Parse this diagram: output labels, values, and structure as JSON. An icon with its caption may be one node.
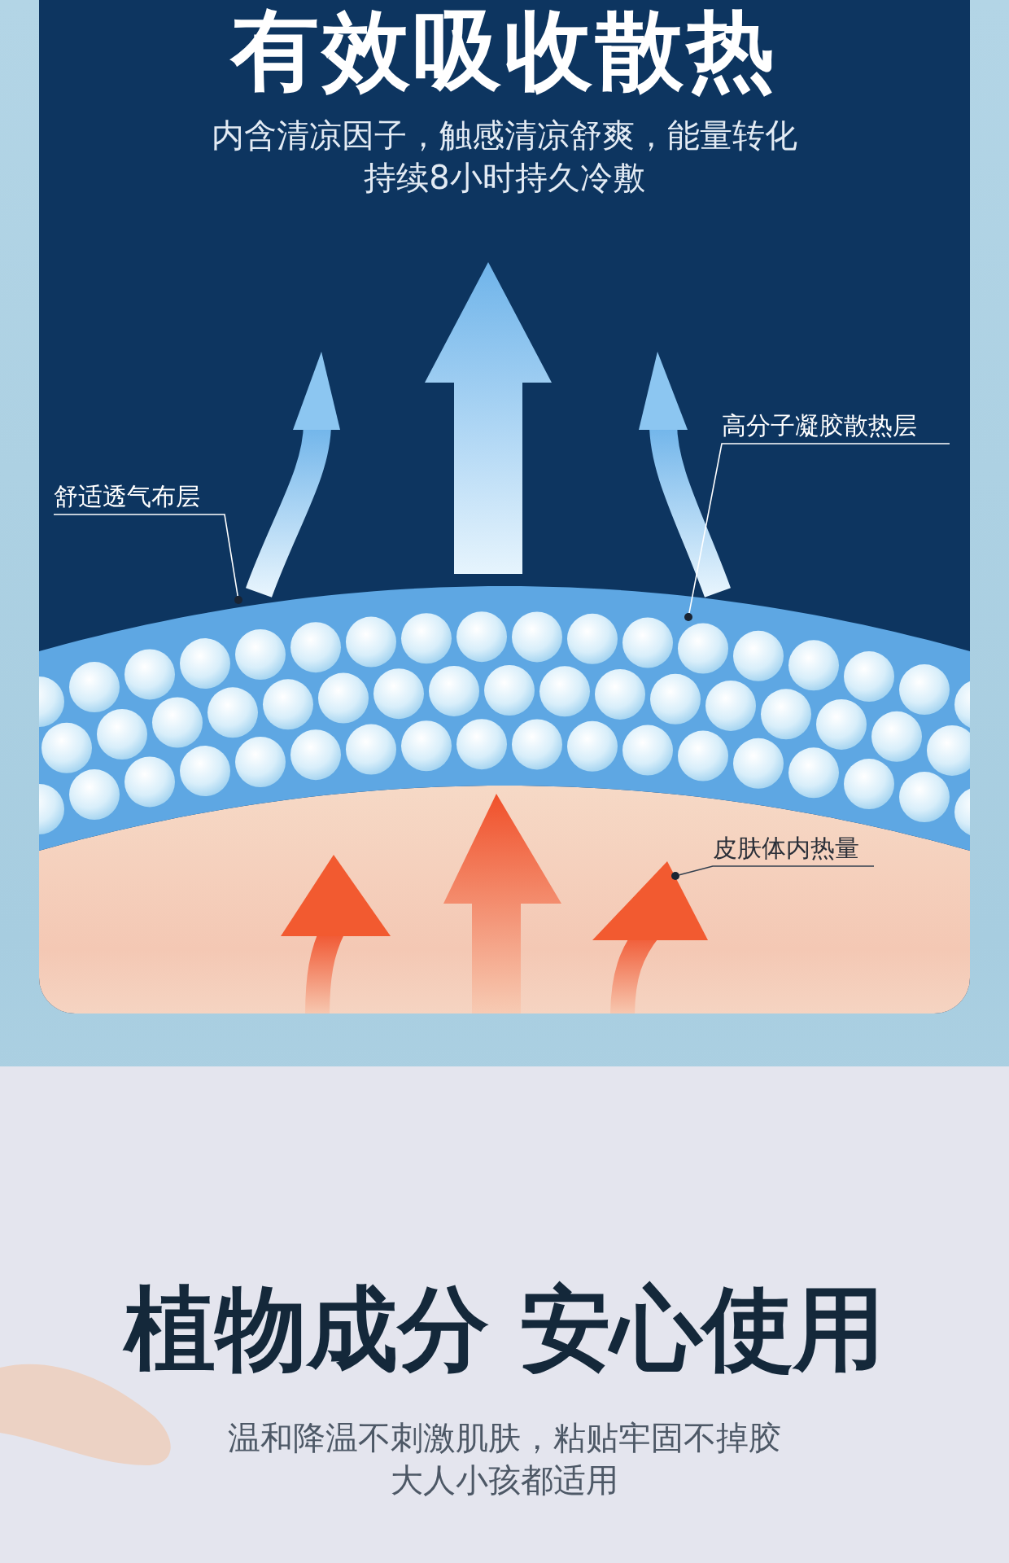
{
  "diagram": {
    "title": "有效吸收散热",
    "nodes": [
      {
        "text": [
          "舒适透气布层"
        ]
      },
      {
        "text": [],
        "shape": "circle"
      },
      {
        "text": [
          "高分子凝胶散热层"
        ]
      },
      {
        "text": [],
        "shape": "circle"
      },
      {
        "text": [
          "皮肤体内热量"
        ]
      },
      {
        "text": [],
        "shape": "circle"
      }
    ],
    "edges": [
      {
        "from": 0,
        "to": 1,
        "arrow": "none"
      },
      {
        "from": 2,
        "to": 3,
        "arrow": "none"
      },
      {
        "from": 4,
        "to": 5,
        "arrow": "none",
        "color": "#33404f"
      }
    ],
    "labels": [
      "内含清凉因子，触感清凉舒爽，能量转化持续8小时持久冷敷",
      "植物成分 安心使用",
      "温和降温不刺激肌肤，粘贴牢固不掉胶大人小孩都适用"
    ]
  }
}
